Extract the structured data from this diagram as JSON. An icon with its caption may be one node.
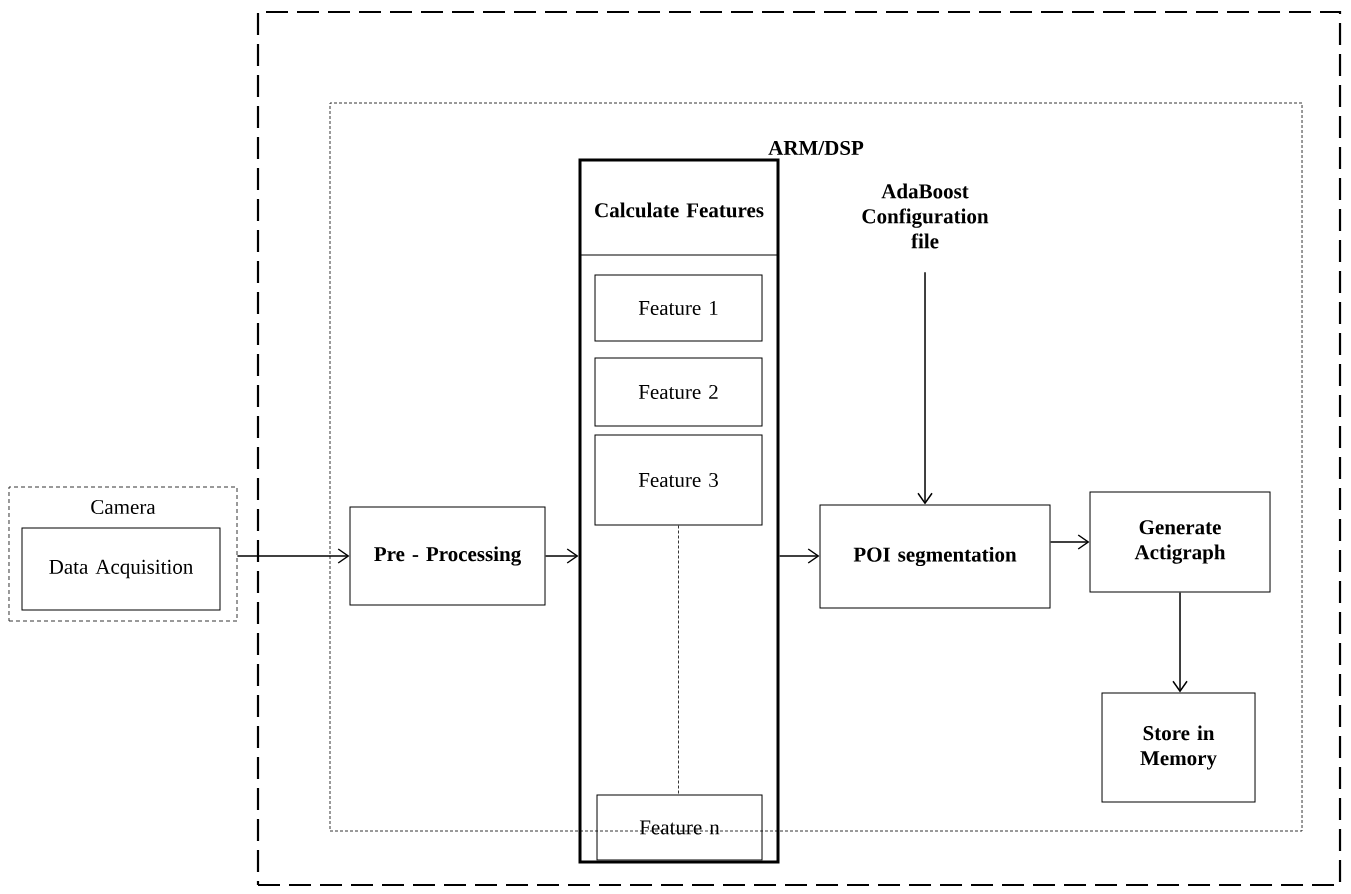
{
  "diagram": {
    "nodes": [
      {
        "text": [],
        "shape": "box"
      },
      {
        "text": [
          "ARM/DSP"
        ],
        "in": 0
      },
      {
        "text": [
          "Camera"
        ]
      },
      {
        "text": [
          "Data Acquisition"
        ],
        "in": 2
      },
      {
        "text": [
          "Pre - Processing"
        ],
        "in": 1
      },
      {
        "text": [
          "Calculate Features"
        ],
        "in": 1
      },
      {
        "text": [
          "Feature 1"
        ],
        "in": 5
      },
      {
        "text": [
          "Feature 2"
        ],
        "in": 5
      },
      {
        "text": [
          "Feature 3"
        ],
        "in": 5
      },
      {
        "text": [
          "Feature n"
        ],
        "in": 5
      },
      {
        "text": [
          "AdaBoost Configuration file"
        ],
        "in": 1
      },
      {
        "text": [
          "POI segmentation"
        ],
        "in": 1
      },
      {
        "text": [
          "Generate Actigraph"
        ],
        "in": 1
      },
      {
        "text": [
          "Store in Memory"
        ],
        "in": 1
      }
    ],
    "edges": [
      {
        "from": 2,
        "to": 4,
        "arrow": "to"
      },
      {
        "from": 4,
        "to": 5,
        "arrow": "to"
      },
      {
        "from": 5,
        "to": 11,
        "arrow": "to"
      },
      {
        "from": 10,
        "to": 11,
        "arrow": "to"
      },
      {
        "from": 11,
        "to": 12,
        "arrow": "to"
      },
      {
        "from": 12,
        "to": 13,
        "arrow": "to"
      },
      {
        "from": 8,
        "to": 9,
        "arrow": "none",
        "style": "dashed"
      }
    ]
  }
}
